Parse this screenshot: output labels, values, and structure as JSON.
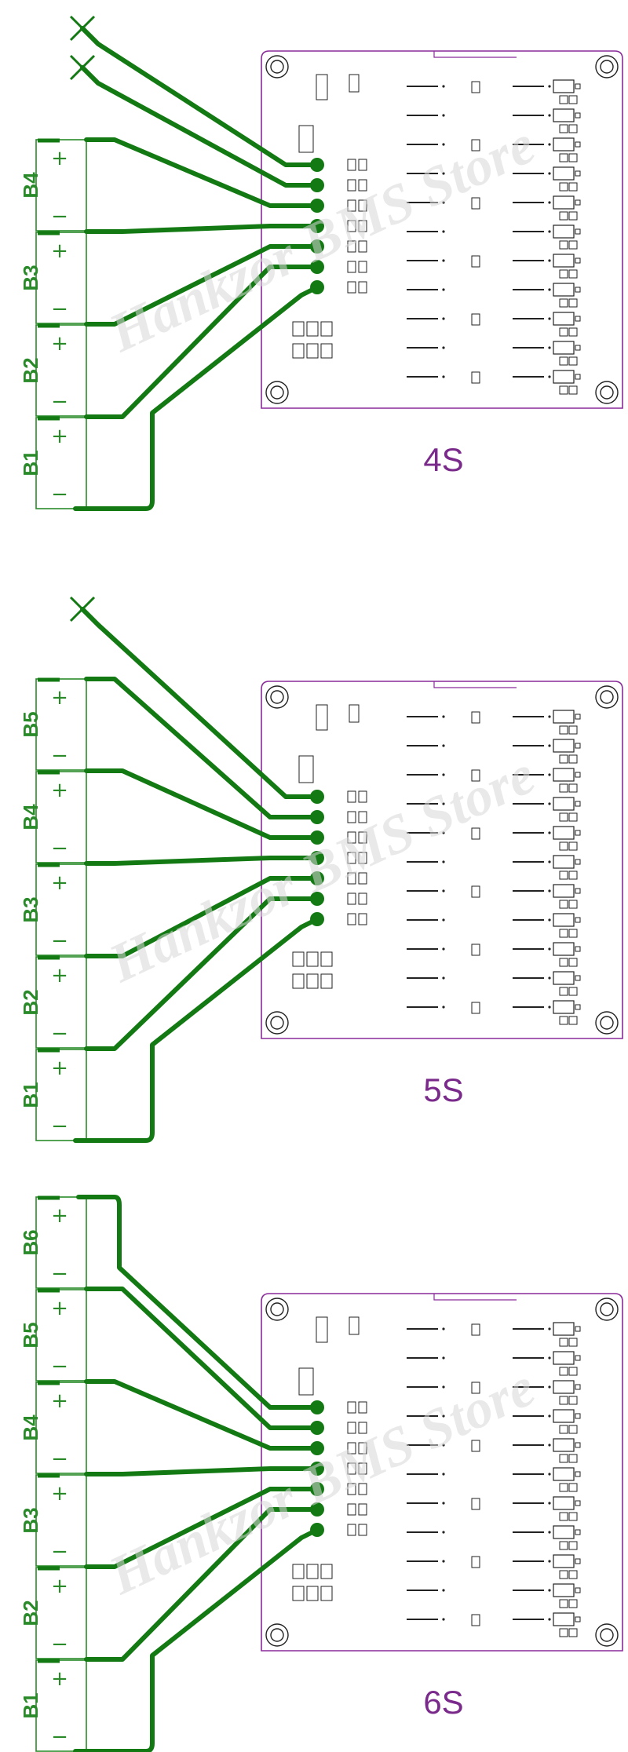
{
  "watermark": "Hankzor BMS Store",
  "colors": {
    "wire": "#137a13",
    "outline": "#2a8a2a",
    "board": "#8a2a9a"
  },
  "diagrams": [
    {
      "caption": "4S",
      "cells": [
        "B4",
        "B3",
        "B2",
        "B1"
      ],
      "crossed_wires": 2
    },
    {
      "caption": "5S",
      "cells": [
        "B5",
        "B4",
        "B3",
        "B2",
        "B1"
      ],
      "crossed_wires": 1
    },
    {
      "caption": "6S",
      "cells": [
        "B6",
        "B5",
        "B4",
        "B3",
        "B2",
        "B1"
      ],
      "crossed_wires": 0
    }
  ],
  "terminal_signs": {
    "plus": "+",
    "minus": "−"
  }
}
